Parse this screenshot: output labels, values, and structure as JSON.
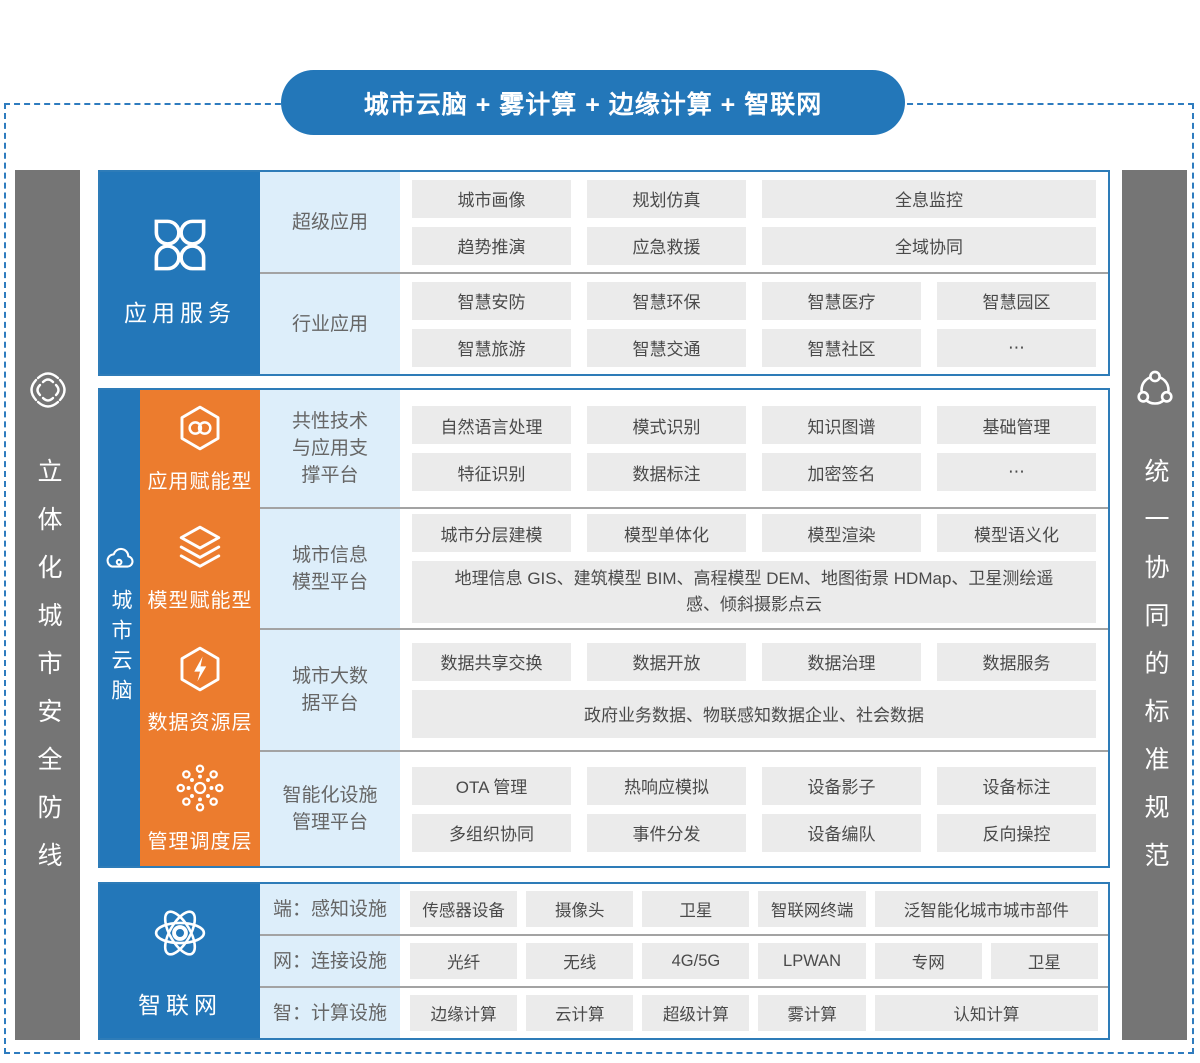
{
  "colors": {
    "blue": "#2377b9",
    "orange": "#ec7c2e",
    "gray_bar": "#757575",
    "label_bg": "#ddeefa",
    "chip_bg": "#ebebeb",
    "dashed_border": "#2e7cbf"
  },
  "header": {
    "title": "城市云脑 + 雾计算 + 边缘计算 + 智联网"
  },
  "left_bar": {
    "label": "立体化城市安全防线",
    "icon": "pinwheel-signal-icon"
  },
  "right_bar": {
    "label": "统一协同的标准规范",
    "icon": "share-network-icon"
  },
  "app_services": {
    "title": "应用服务",
    "rows": [
      {
        "label": "超级应用",
        "chips": [
          "城市画像",
          "规划仿真",
          "全息监控",
          "趋势推演",
          "应急救援",
          "全域协同"
        ]
      },
      {
        "label": "行业应用",
        "chips": [
          "智慧安防",
          "智慧环保",
          "智慧医疗",
          "智慧园区",
          "智慧旅游",
          "智慧交通",
          "智慧社区",
          "⋯"
        ]
      }
    ]
  },
  "city_brain": {
    "title": "城市云脑",
    "rows": [
      {
        "layer": "应用赋能型",
        "icon": "hexagon-rings-icon",
        "platform_lines": [
          "共性技术",
          "与应用支",
          "撑平台"
        ],
        "chips": [
          "自然语言处理",
          "模式识别",
          "知识图谱",
          "基础管理",
          "特征识别",
          "数据标注",
          "加密签名",
          "⋯"
        ]
      },
      {
        "layer": "模型赋能型",
        "icon": "layers-icon",
        "platform_lines": [
          "城市信息",
          "模型平台"
        ],
        "chips": [
          "城市分层建模",
          "模型单体化",
          "模型渲染",
          "模型语义化"
        ],
        "wide_chip": "地理信息 GIS、建筑模型 BIM、高程模型 DEM、地图街景 HDMap、卫星测绘遥感、倾斜摄影点云"
      },
      {
        "layer": "数据资源层",
        "icon": "hexagon-bolt-icon",
        "platform_lines": [
          "城市大数",
          "据平台"
        ],
        "chips": [
          "数据共享交换",
          "数据开放",
          "数据治理",
          "数据服务"
        ],
        "wide_chip": "政府业务数据、物联感知数据企业、社会数据"
      },
      {
        "layer": "管理调度层",
        "icon": "radial-dots-icon",
        "platform_lines": [
          "智能化设施",
          "管理平台"
        ],
        "chips": [
          "OTA 管理",
          "热响应模拟",
          "设备影子",
          "设备标注",
          "多组织协同",
          "事件分发",
          "设备编队",
          "反向操控"
        ]
      }
    ]
  },
  "iot": {
    "title": "智联网",
    "rows": [
      {
        "label": "端：感知设施",
        "chips": [
          "传感器设备",
          "摄像头",
          "卫星",
          "智联网终端",
          "泛智能化城市城市部件"
        ]
      },
      {
        "label": "网：连接设施",
        "chips": [
          "光纤",
          "无线",
          "4G/5G",
          "LPWAN",
          "专网",
          "卫星"
        ]
      },
      {
        "label": "智：计算设施",
        "chips": [
          "边缘计算",
          "云计算",
          "超级计算",
          "雾计算",
          "认知计算"
        ]
      }
    ]
  }
}
